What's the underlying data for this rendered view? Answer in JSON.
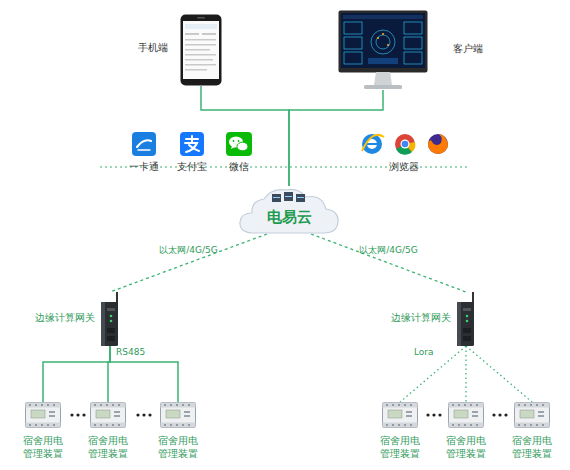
{
  "diagram": {
    "nodes": [
      {
        "text": [
          "手机端"
        ]
      },
      {
        "text": [
          "客户端"
        ]
      },
      {
        "text": [
          "一卡通"
        ]
      },
      {
        "text": [
          "支付宝"
        ]
      },
      {
        "text": [
          "微信"
        ]
      },
      {
        "text": [
          "浏览器"
        ]
      },
      {
        "text": [
          "电易云"
        ]
      },
      {
        "text": [
          "边缘计算网关"
        ]
      },
      {
        "text": [
          "边缘计算网关"
        ]
      },
      {
        "text": [
          "宿舍用电 管理装置"
        ]
      },
      {
        "text": [
          "宿舍用电 管理装置"
        ]
      },
      {
        "text": [
          "宿舍用电 管理装置"
        ]
      },
      {
        "text": [
          "宿舍用电 管理装置"
        ]
      },
      {
        "text": [
          "宿舍用电 管理装置"
        ]
      },
      {
        "text": [
          "宿舍用电 管理装置"
        ]
      }
    ],
    "edges": [
      {
        "from": 0,
        "to": 6,
        "arrow": "none"
      },
      {
        "from": 1,
        "to": 6,
        "arrow": "none"
      },
      {
        "from": 6,
        "to": 7,
        "label": "以太网/4G/5G",
        "arrow": "none"
      },
      {
        "from": 6,
        "to": 8,
        "label": "以太网/4G/5G",
        "arrow": "none"
      },
      {
        "from": 7,
        "to": 9,
        "arrow": "none"
      },
      {
        "from": 7,
        "to": 10,
        "arrow": "none"
      },
      {
        "from": 7,
        "to": 11,
        "arrow": "none"
      },
      {
        "from": 8,
        "to": 12,
        "arrow": "none"
      },
      {
        "from": 8,
        "to": 13,
        "arrow": "none"
      },
      {
        "from": 8,
        "to": 14,
        "arrow": "none"
      }
    ],
    "labels": [
      "RS485",
      "Lora"
    ]
  }
}
